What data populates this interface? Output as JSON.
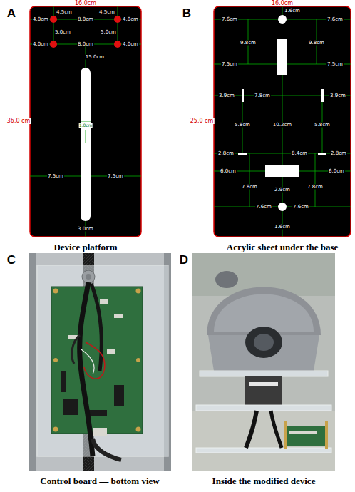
{
  "diagram": {
    "labels": [
      "A",
      "16.0cm",
      "36.0 cm",
      "4.5cm",
      "4.5cm",
      "4.0cm",
      "4.0cm",
      "8.0cm",
      "5.0cm",
      "5.0cm",
      "4.0cm",
      "4.0cm",
      "8.0cm",
      "15.0cm",
      "7.5cm",
      "7.5cm",
      "1.0cm",
      "3.0cm",
      "Device platform",
      "B",
      "16.0cm",
      "25.0 cm",
      "1.6cm",
      "7.6cm",
      "7.6cm",
      "9.8cm",
      "9.8cm",
      "7.5cm",
      "7.5cm",
      "3.9cm",
      "7.8cm",
      "3.9cm",
      "5.8cm",
      "10.2cm",
      "5.8cm",
      "2.8cm",
      "8.4cm",
      "2.8cm",
      "6.0cm",
      "6.0cm",
      "7.8cm",
      "2.9cm",
      "7.8cm",
      "7.6cm",
      "7.6cm",
      "1.6cm",
      "Acrylic sheet under the base",
      "C",
      "Control board — bottom view",
      "D",
      "Inside the modified device"
    ]
  }
}
